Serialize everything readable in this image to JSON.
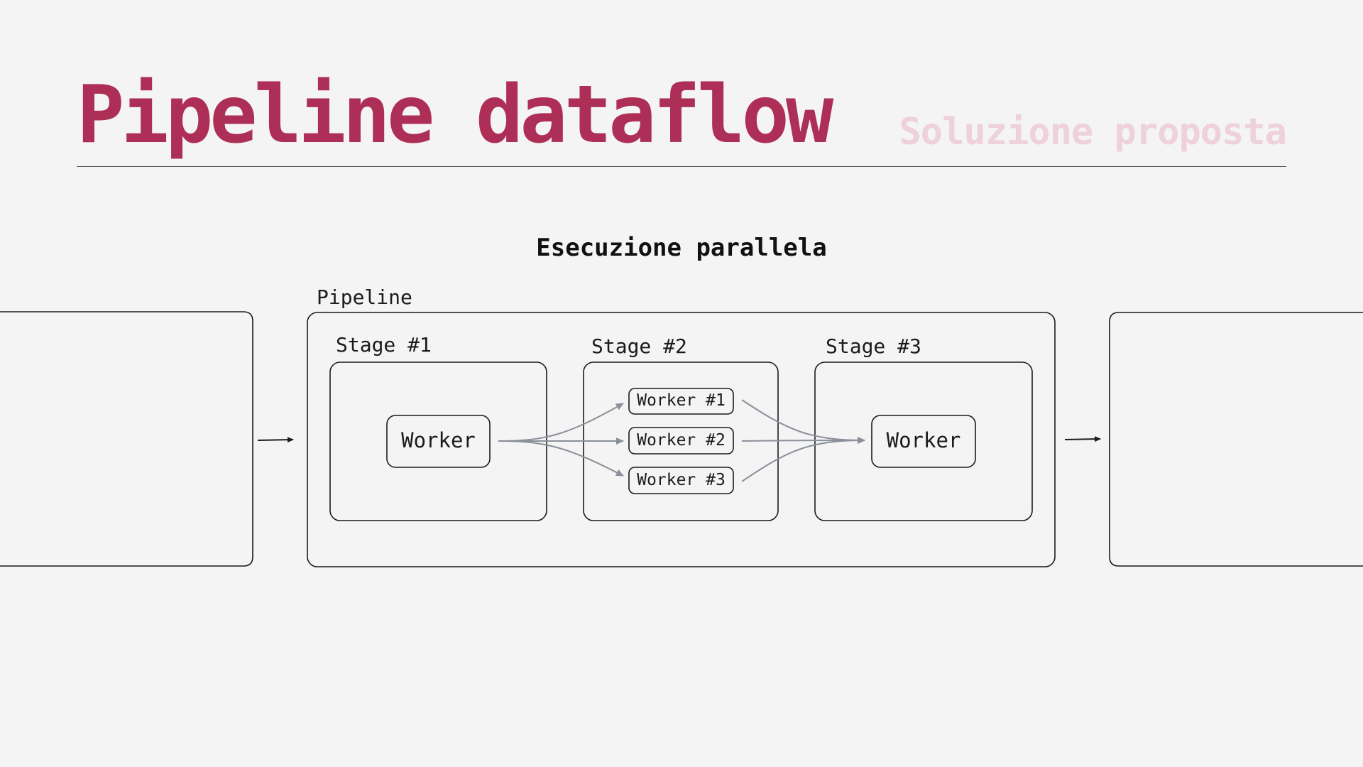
{
  "header": {
    "title": "Pipeline dataflow",
    "subtitle": "Soluzione proposta"
  },
  "colors": {
    "accent": "#ad2f57",
    "accent_soft": "#eed1da",
    "stroke": "#1b1b1b",
    "flow": "#8a8f99",
    "background": "#f4f4f4"
  },
  "diagram": {
    "heading": "Esecuzione parallela",
    "pipeline_label": "Pipeline",
    "stages": [
      {
        "label": "Stage #1",
        "workers": [
          "Worker"
        ]
      },
      {
        "label": "Stage #2",
        "workers": [
          "Worker #1",
          "Worker #2",
          "Worker #3"
        ]
      },
      {
        "label": "Stage #3",
        "workers": [
          "Worker"
        ]
      }
    ]
  }
}
